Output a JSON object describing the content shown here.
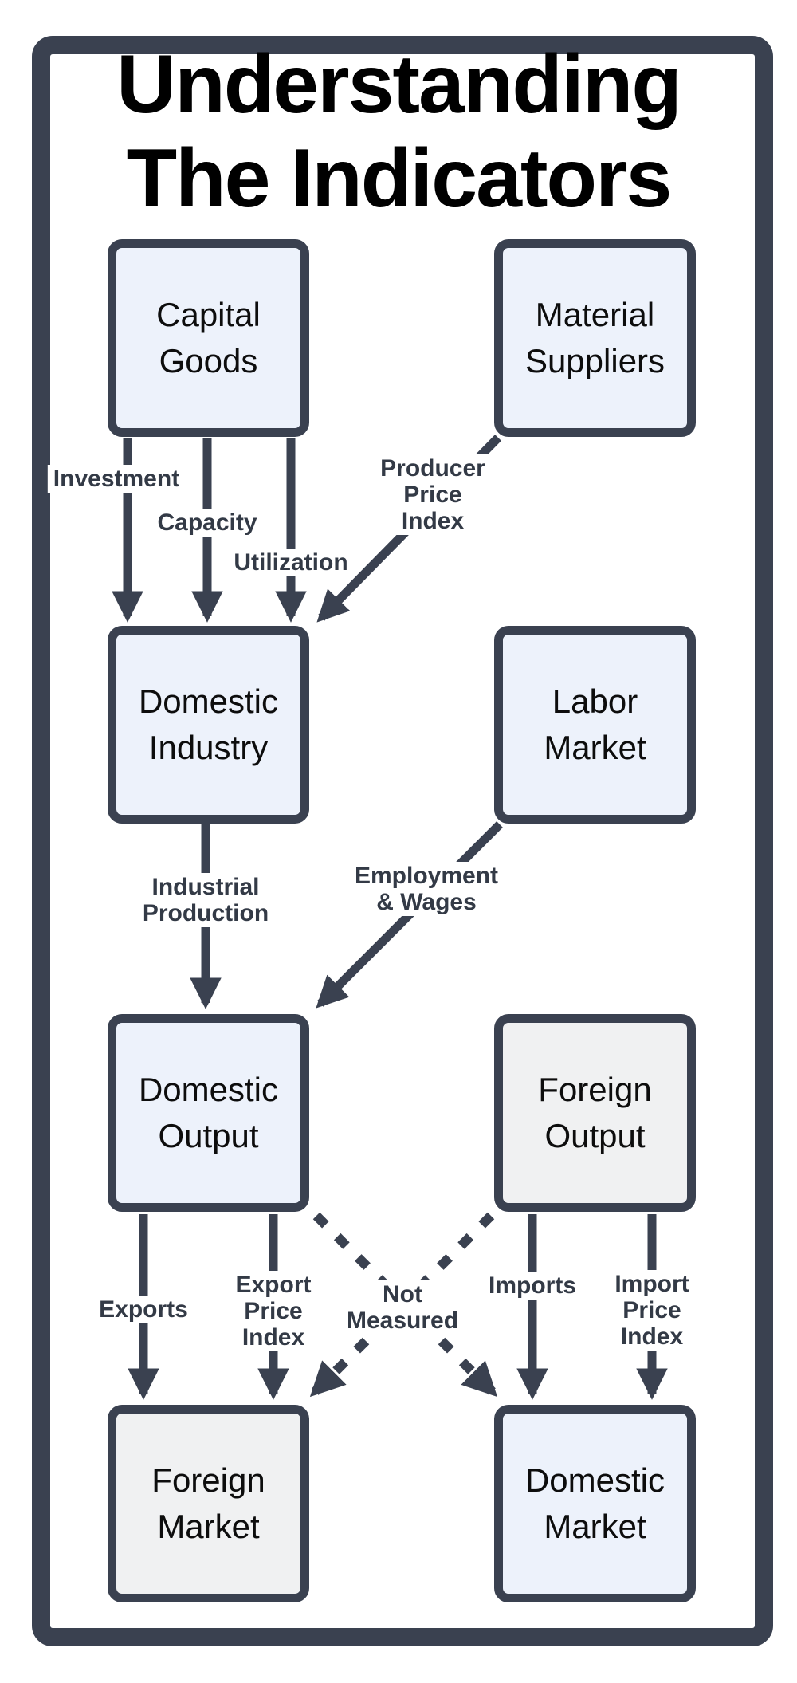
{
  "title": {
    "line1": "Understanding",
    "line2": "The Indicators"
  },
  "theme": {
    "frame_color": "#3a4150",
    "arrow_color": "#3a4150",
    "box_border": "#3a4150",
    "box_fill_blue": "#edf2fb",
    "box_fill_gray": "#f0f1f2",
    "label_color": "#333a46",
    "title_color": "#000000",
    "background": "#ffffff"
  },
  "boxes": {
    "capital_goods": {
      "line1": "Capital",
      "line2": "Goods"
    },
    "material_suppliers": {
      "line1": "Material",
      "line2": "Suppliers"
    },
    "domestic_industry": {
      "line1": "Domestic",
      "line2": "Industry"
    },
    "labor_market": {
      "line1": "Labor",
      "line2": "Market"
    },
    "domestic_output": {
      "line1": "Domestic",
      "line2": "Output"
    },
    "foreign_output": {
      "line1": "Foreign",
      "line2": "Output"
    },
    "foreign_market": {
      "line1": "Foreign",
      "line2": "Market"
    },
    "domestic_market": {
      "line1": "Domestic",
      "line2": "Market"
    }
  },
  "arrow_labels": {
    "investment": {
      "line1": "Investment"
    },
    "capacity": {
      "line1": "Capacity"
    },
    "utilization": {
      "line1": "Utilization"
    },
    "producer_price_index": {
      "line1": "Producer",
      "line2": "Price",
      "line3": "Index"
    },
    "industrial_production": {
      "line1": "Industrial",
      "line2": "Production"
    },
    "employment_wages": {
      "line1": "Employment",
      "line2": "& Wages"
    },
    "exports": {
      "line1": "Exports"
    },
    "export_price_index": {
      "line1": "Export",
      "line2": "Price",
      "line3": "Index"
    },
    "not_measured": {
      "line1": "Not",
      "line2": "Measured"
    },
    "imports": {
      "line1": "Imports"
    },
    "import_price_index": {
      "line1": "Import",
      "line2": "Price",
      "line3": "Index"
    }
  }
}
